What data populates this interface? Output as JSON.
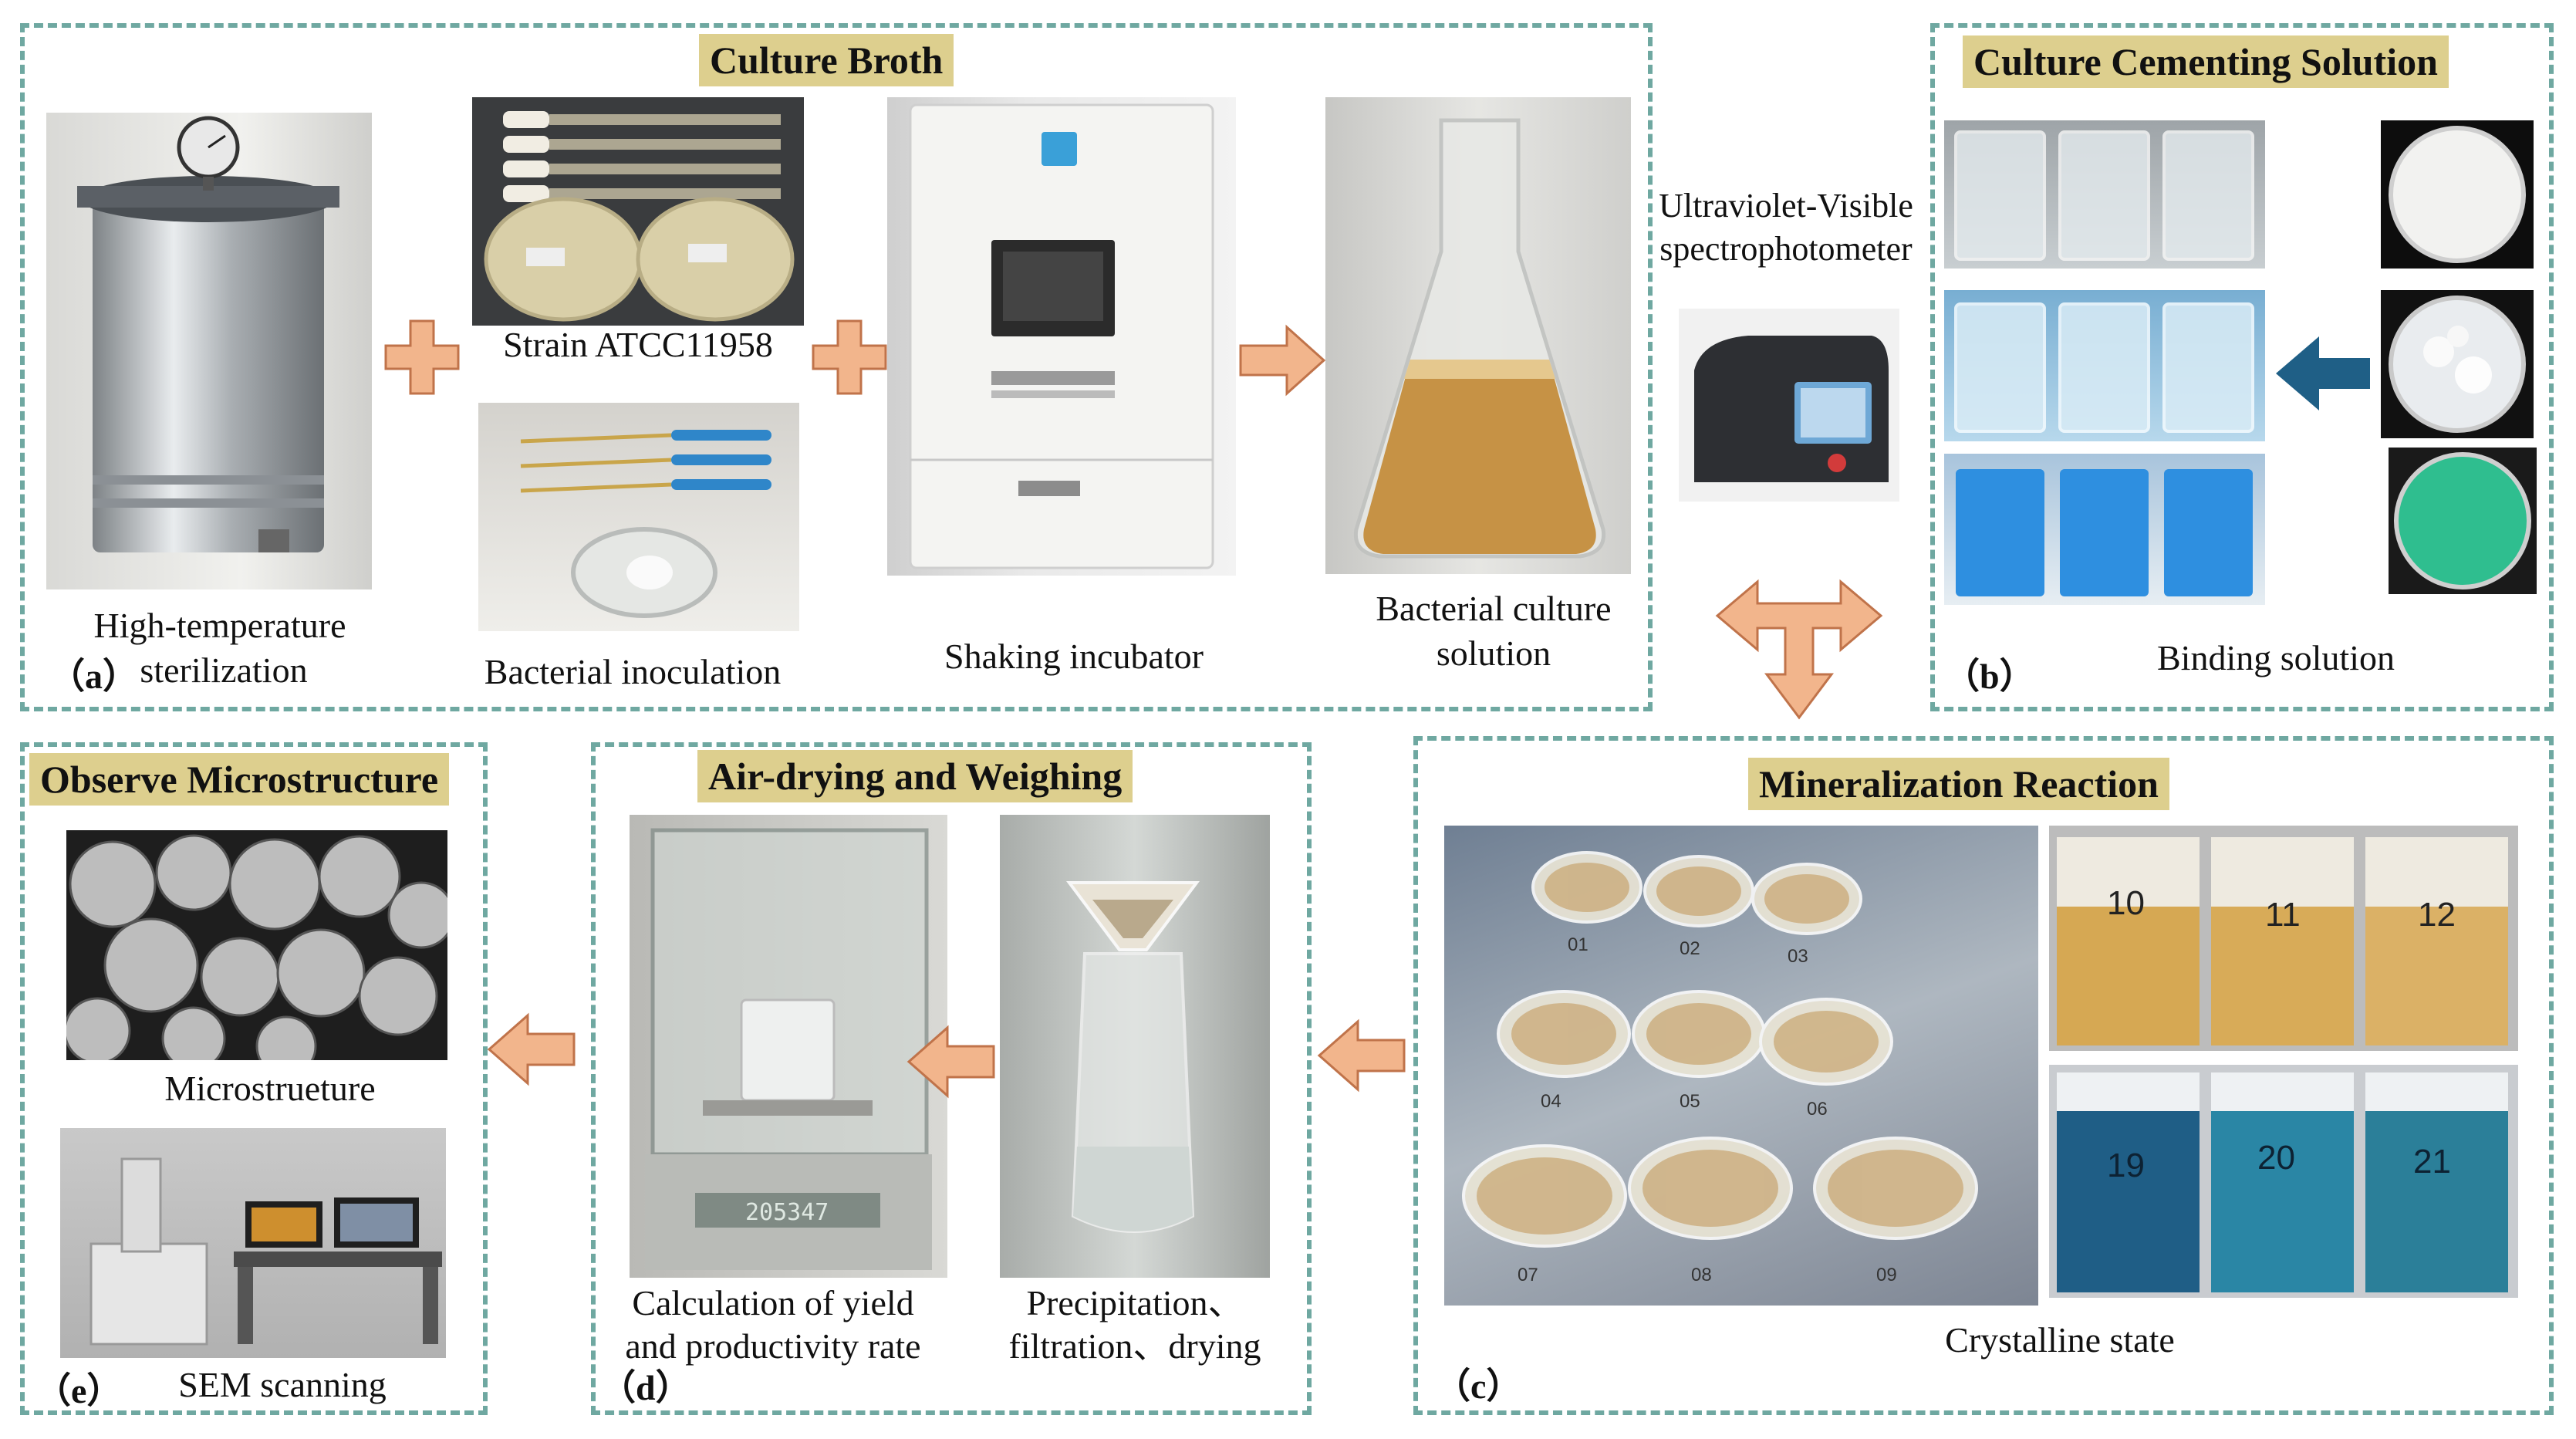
{
  "panels": {
    "a": {
      "title": "Culture Broth",
      "label_open": "（",
      "label_letter": "a",
      "label_close": "）"
    },
    "b": {
      "title": "Culture Cementing Solution",
      "label_open": "（",
      "label_letter": "b",
      "label_close": "）"
    },
    "c": {
      "title": "Mineralization Reaction",
      "label_open": "（",
      "label_letter": "c",
      "label_close": "）"
    },
    "d": {
      "title": "Air-drying and Weighing",
      "label_open": "（",
      "label_letter": "d",
      "label_close": "）"
    },
    "e": {
      "title": "Observe Microstructure",
      "label_open": "（",
      "label_letter": "e",
      "label_close": "）"
    }
  },
  "captions": {
    "sterilization_1": "High-temperature",
    "sterilization_2": "sterilization",
    "strain": "Strain  ATCC11958",
    "inoculation": "Bacterial inoculation",
    "incubator": "Shaking incubator",
    "culture_1": "Bacterial culture",
    "culture_2": "solution",
    "uv_1": "Ultraviolet-Visible",
    "uv_2": "spectrophotometer",
    "binding": "Binding solution",
    "crystalline": "Crystalline state",
    "precip_1": "Precipitation、",
    "precip_2": "filtration、drying",
    "calc_1": "Calculation of yield",
    "calc_2": "and productivity rate",
    "micro": "Microstrueture",
    "sem": "SEM scanning"
  },
  "photo_labels": {
    "balance_display": "205347",
    "cups": [
      "01",
      "02",
      "03",
      "04",
      "05",
      "06",
      "07",
      "08",
      "09"
    ],
    "cups_yellow": [
      "10",
      "11",
      "12"
    ],
    "cups_blue": [
      "19",
      "20",
      "21"
    ]
  },
  "colors": {
    "panel_border": "#6fa8a1",
    "title_bg": "#ddcf8e",
    "arrow_orange": "#f2b58c",
    "arrow_blue": "#1f5f86"
  }
}
